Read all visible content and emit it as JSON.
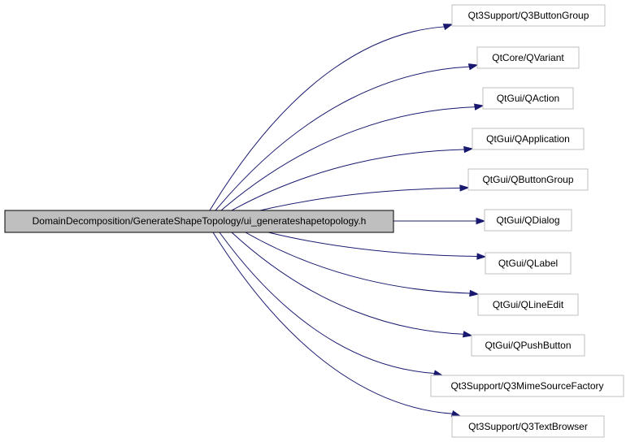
{
  "graph": {
    "root": {
      "label": "DomainDecomposition/GenerateShapeTopology/ui_generateshapetopology.h"
    },
    "includes": [
      {
        "label": "Qt3Support/Q3ButtonGroup"
      },
      {
        "label": "QtCore/QVariant"
      },
      {
        "label": "QtGui/QAction"
      },
      {
        "label": "QtGui/QApplication"
      },
      {
        "label": "QtGui/QButtonGroup"
      },
      {
        "label": "QtGui/QDialog"
      },
      {
        "label": "QtGui/QLabel"
      },
      {
        "label": "QtGui/QLineEdit"
      },
      {
        "label": "QtGui/QPushButton"
      },
      {
        "label": "Qt3Support/Q3MimeSourceFactory"
      },
      {
        "label": "Qt3Support/Q3TextBrowser"
      }
    ],
    "colors": {
      "edge": "#191970",
      "root_fill": "#bfbfbf",
      "root_border": "#000000",
      "node_border": "#bfbfbf",
      "background": "#ffffff"
    }
  }
}
